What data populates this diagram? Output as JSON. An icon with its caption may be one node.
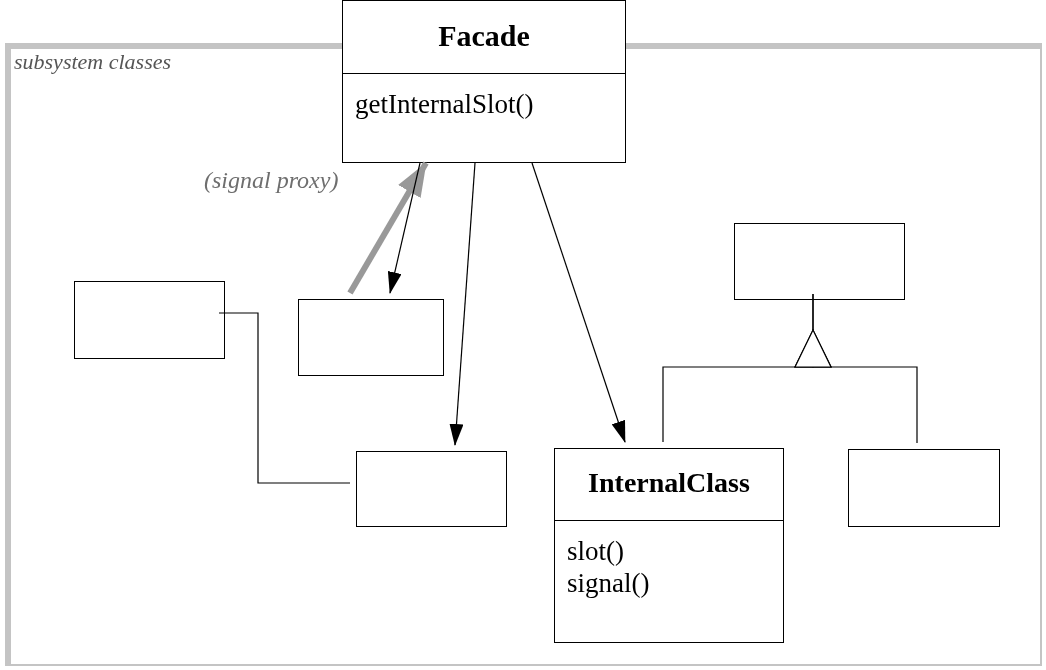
{
  "diagram": {
    "nodes": [
      {
        "text": [
          "subsystem classes"
        ]
      },
      {
        "text": [
          "Facade",
          "getInternalSlot()"
        ]
      },
      {
        "text": [],
        "shape": "box",
        "in": 0
      },
      {
        "text": [],
        "shape": "box",
        "in": 0
      },
      {
        "text": [],
        "shape": "box",
        "in": 0
      },
      {
        "text": [
          "InternalClass",
          "slot()",
          "signal()"
        ],
        "in": 0
      },
      {
        "text": [],
        "shape": "box",
        "in": 0
      },
      {
        "text": [],
        "shape": "box",
        "in": 0
      }
    ],
    "edges": [
      {
        "from": 3,
        "to": 1,
        "arrow": "to",
        "label": "(signal proxy)",
        "style": "thick",
        "color": "#999999"
      },
      {
        "from": 1,
        "to": 3,
        "arrow": "to"
      },
      {
        "from": 1,
        "to": 4,
        "arrow": "to"
      },
      {
        "from": 1,
        "to": 5,
        "arrow": "to"
      },
      {
        "from": 2,
        "to": 4,
        "arrow": "none"
      },
      {
        "from": 5,
        "to": 6,
        "arrow": "to"
      },
      {
        "from": 7,
        "to": 6,
        "arrow": "to"
      }
    ]
  }
}
